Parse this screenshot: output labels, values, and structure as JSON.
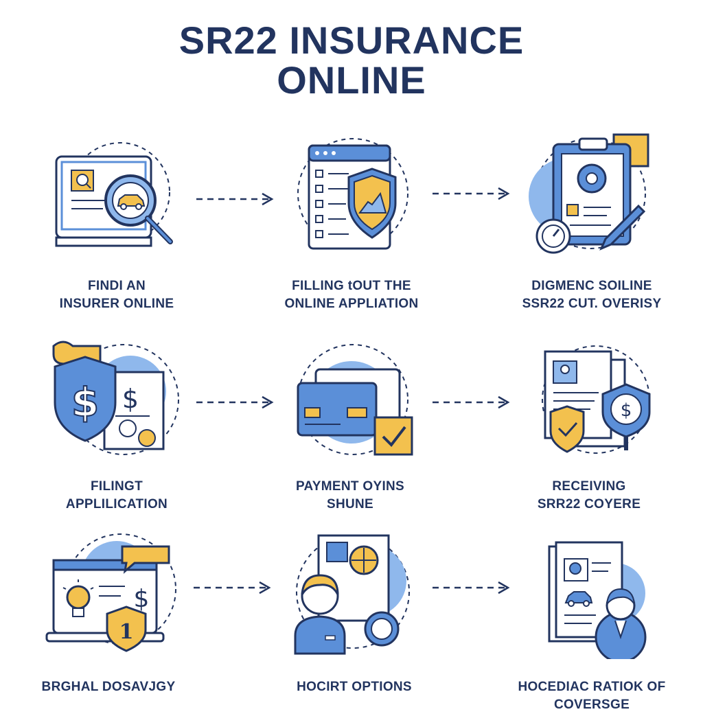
{
  "title": {
    "line1": "SR22 INSURANCE",
    "line2": "ONLINE"
  },
  "colors": {
    "navy": "#22345f",
    "blue": "#5b8fd8",
    "lightBlue": "#8fb8ec",
    "yellow": "#f3c14e"
  },
  "steps": [
    {
      "icon": "laptop-magnifier-car-icon",
      "line1": "FINDI AN",
      "line2": "INSURER ONLINE"
    },
    {
      "icon": "form-shield-icon",
      "line1": "FILLING tOUT THE",
      "line2": "ONLINE APPLIATION"
    },
    {
      "icon": "clipboard-gear-pen-icon",
      "line1": "DIGMENC SOILINE",
      "line2": "SSR22 CUT. OVERISY"
    },
    {
      "icon": "dollar-shield-document-icon",
      "line1": "FILINGT",
      "line2": "APPLILICATION"
    },
    {
      "icon": "credit-card-check-icon",
      "line1": "PAYMENT OYINS",
      "line2": "SHUNE"
    },
    {
      "icon": "documents-shield-dollar-icon",
      "line1": "RECEIVING",
      "line2": "SRR22 COYERE"
    },
    {
      "icon": "laptop-lightbulb-shield-icon",
      "line1": "BRGHAL DOSAVJGY",
      "line2": ""
    },
    {
      "icon": "person-document-icon",
      "line1": "HOCIRT OPTIONS",
      "line2": ""
    },
    {
      "icon": "document-person-car-icon",
      "line1": "HOCEDIAC RATIOK OF",
      "line2": "COVERSGE"
    }
  ]
}
